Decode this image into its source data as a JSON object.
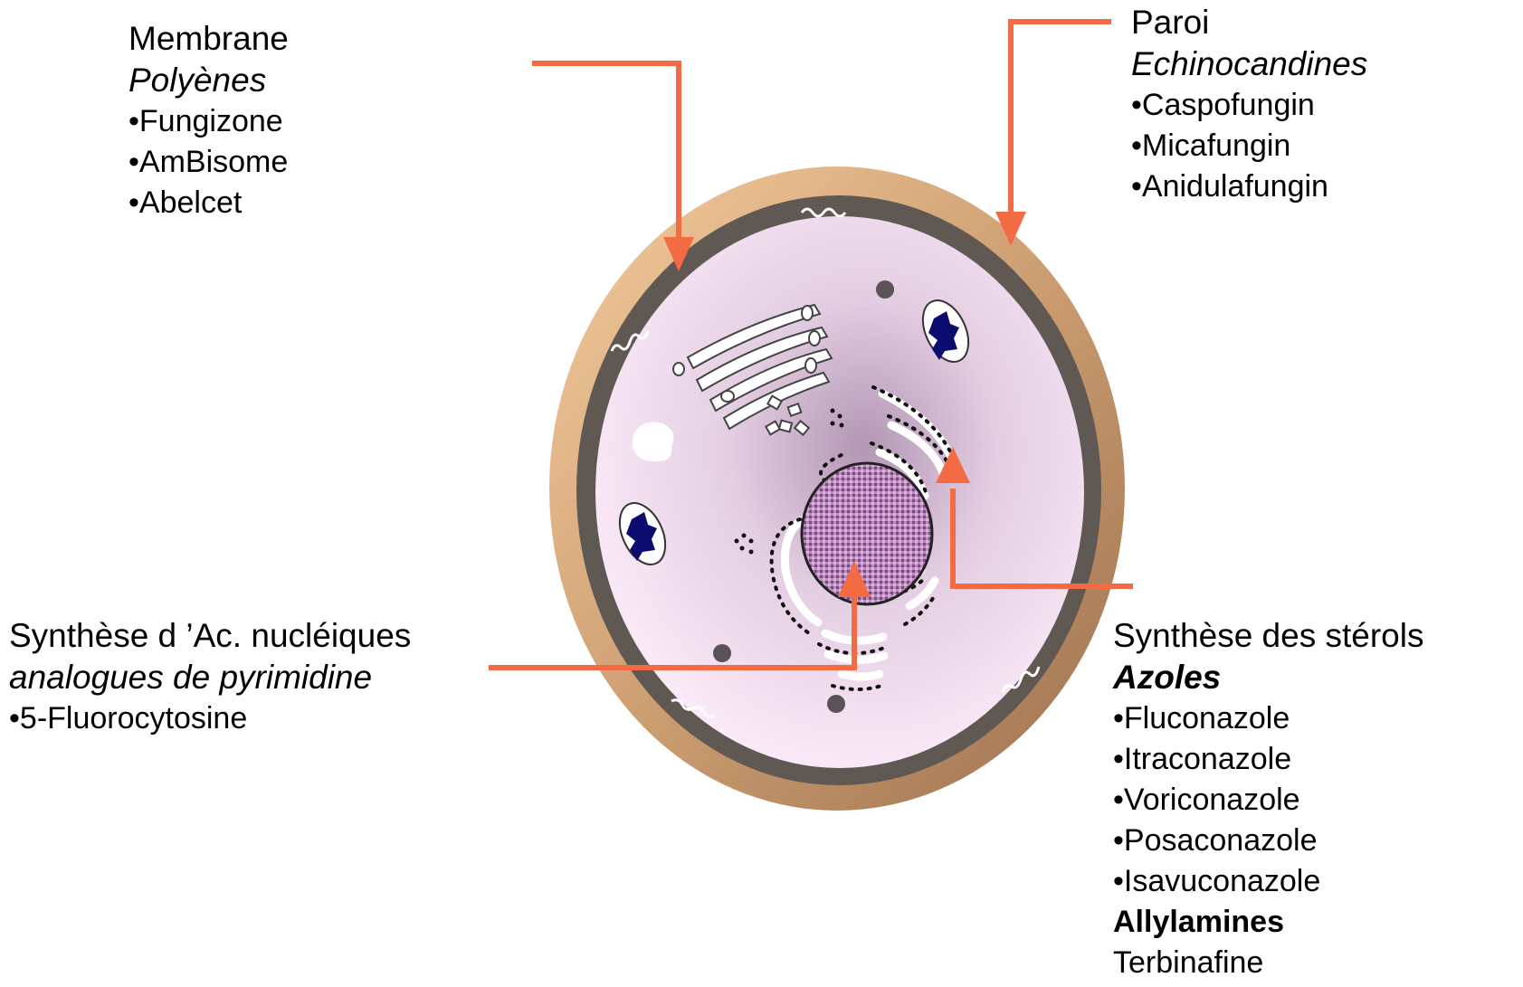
{
  "labels": {
    "membrane": {
      "title": "Membrane",
      "class": "Polyènes",
      "drugs": [
        "•Fungizone",
        "•AmBisome",
        "•Abelcet"
      ]
    },
    "wall": {
      "title": "Paroi",
      "class": "Echinocandines",
      "drugs": [
        "•Caspofungin",
        "•Micafungin",
        "•Anidulafungin"
      ]
    },
    "nucleic": {
      "title": "Synthèse d ’Ac. nucléiques",
      "class": "analogues de pyrimidine",
      "drugs": [
        "•5-Fluorocytosine"
      ]
    },
    "sterol": {
      "title": "Synthèse des stérols",
      "class": "Azoles",
      "drugs": [
        "•Fluconazole",
        "•Itraconazole",
        "•Voriconazole",
        "•Posaconazole",
        "•Isavuconazole"
      ],
      "class2": "Allylamines",
      "drugs2": [
        "Terbinafine"
      ]
    }
  },
  "colors": {
    "arrow": "#f26b43",
    "wall_light": "#f3c596",
    "wall_dark": "#a57a56",
    "membrane": "#5f5853",
    "cytoplasm_light": "#fbe9f8",
    "cytoplasm_dark": "#b79cb8",
    "nucleus": "#9a6e9e",
    "mitochondria_dark": "#0b0c6e"
  },
  "icons": {
    "arrowhead": "arrowhead-icon",
    "mitochondrion": "mitochondrion-icon"
  }
}
